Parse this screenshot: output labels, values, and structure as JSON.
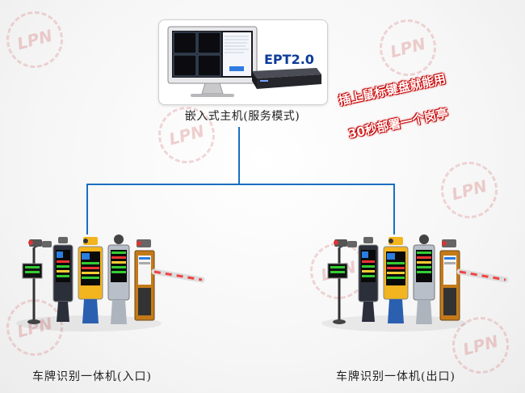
{
  "watermark_text": "LPN",
  "host": {
    "caption": "嵌入式主机(服务模式)",
    "device_label": "EPT2.0"
  },
  "slogan": {
    "line1": "插上鼠标键盘就能用",
    "line2": "30秒部署一个岗亭"
  },
  "entrance": {
    "caption": "车牌识别一体机(入口)"
  },
  "exit": {
    "caption": "车牌识别一体机(出口)"
  },
  "colors": {
    "connector": "#1a6fc2",
    "slogan_outline": "#d00000",
    "device_label": "#0d3c99"
  }
}
